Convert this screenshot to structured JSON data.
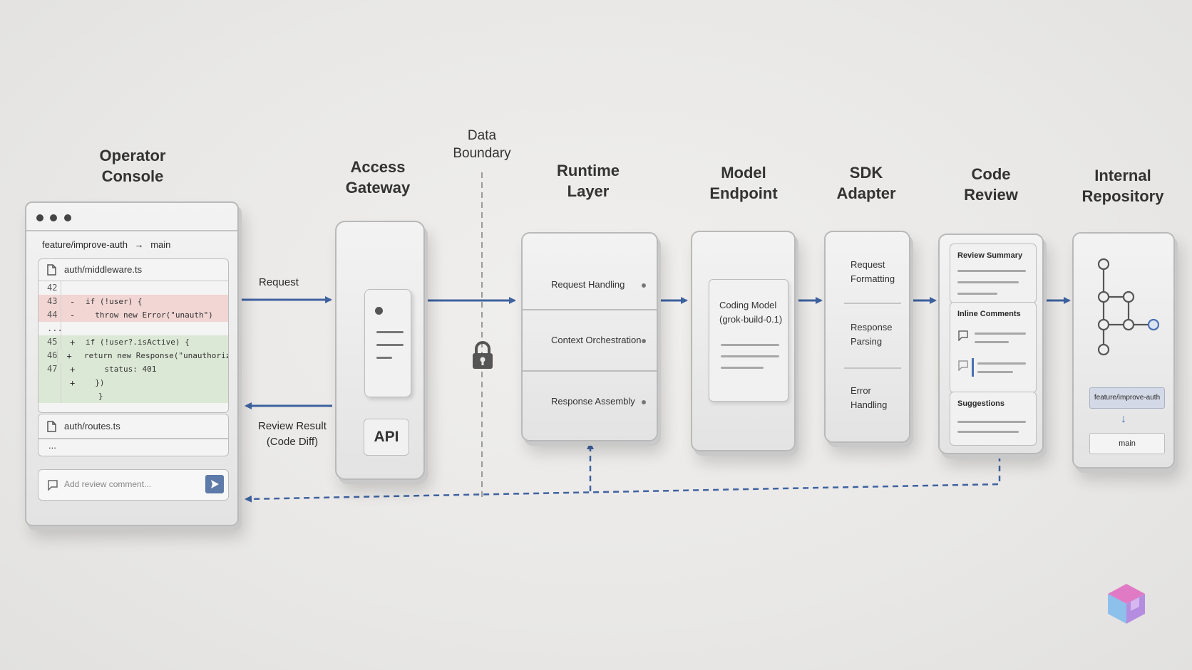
{
  "titles": {
    "operator_console": [
      "Operator",
      "Console"
    ],
    "access_gateway": [
      "Access",
      "Gateway"
    ],
    "data_boundary": [
      "Data",
      "Boundary"
    ],
    "runtime_layer": [
      "Runtime",
      "Layer"
    ],
    "model_endpoint": [
      "Model",
      "Endpoint"
    ],
    "sdk_adapter": [
      "SDK",
      "Adapter"
    ],
    "code_review": [
      "Code",
      "Review"
    ],
    "internal_repository": [
      "Internal",
      "Repository"
    ]
  },
  "console": {
    "branch_from": "feature/improve-auth",
    "branch_arrow": "→",
    "branch_to": "main",
    "file1": "auth/middleware.ts",
    "lines": [
      {
        "num": "42",
        "sign": "",
        "text": "",
        "type": "ctx"
      },
      {
        "num": "43",
        "sign": "-",
        "text": "if (!user) {",
        "type": "del"
      },
      {
        "num": "44",
        "sign": "-",
        "text": "  throw new Error(\"unauth\")",
        "type": "del"
      },
      {
        "num": "...",
        "sign": "",
        "text": "",
        "type": "gap"
      },
      {
        "num": "45",
        "sign": "+",
        "text": "if (!user?.isActive) {",
        "type": "add"
      },
      {
        "num": "46",
        "sign": "+",
        "text": "  return new Response(\"unauthorized\", {",
        "type": "add"
      },
      {
        "num": "47",
        "sign": "+",
        "text": "    status: 401",
        "type": "add"
      },
      {
        "num": "",
        "sign": "+",
        "text": "  })",
        "type": "add"
      },
      {
        "num": "",
        "sign": "",
        "text": "}",
        "type": "add"
      }
    ],
    "file2": "auth/routes.ts",
    "ellipsis": "...",
    "comment_placeholder": "Add review comment..."
  },
  "flow_labels": {
    "request": "Request",
    "review_result": [
      "Review Result",
      "(Code Diff)"
    ]
  },
  "gateway": {
    "api_label": "API"
  },
  "runtime": {
    "sections": [
      "Request Handling",
      "Context Orchestration",
      "Response Assembly"
    ]
  },
  "model": {
    "name": [
      "Coding Model",
      "(grok-build-0.1)"
    ]
  },
  "sdk": {
    "sections": [
      [
        "Request",
        "Formatting"
      ],
      [
        "Response",
        "Parsing"
      ],
      [
        "Error",
        "Handling"
      ]
    ]
  },
  "review": {
    "sections": [
      "Review Summary",
      "Inline Comments",
      "Suggestions"
    ]
  },
  "repo": {
    "branch_feature": "feature/improve-auth",
    "branch_main": "main"
  },
  "colors": {
    "flow_blue": "#3f62a0",
    "deleted_bg": "#f1d6d4",
    "added_bg": "#dce8d6",
    "repo_node_blue": "#4a6fb3"
  },
  "icons": [
    "file-icon",
    "lock-icon",
    "send-icon",
    "comment-icon",
    "git-branch-icon",
    "logo-cube-icon"
  ]
}
